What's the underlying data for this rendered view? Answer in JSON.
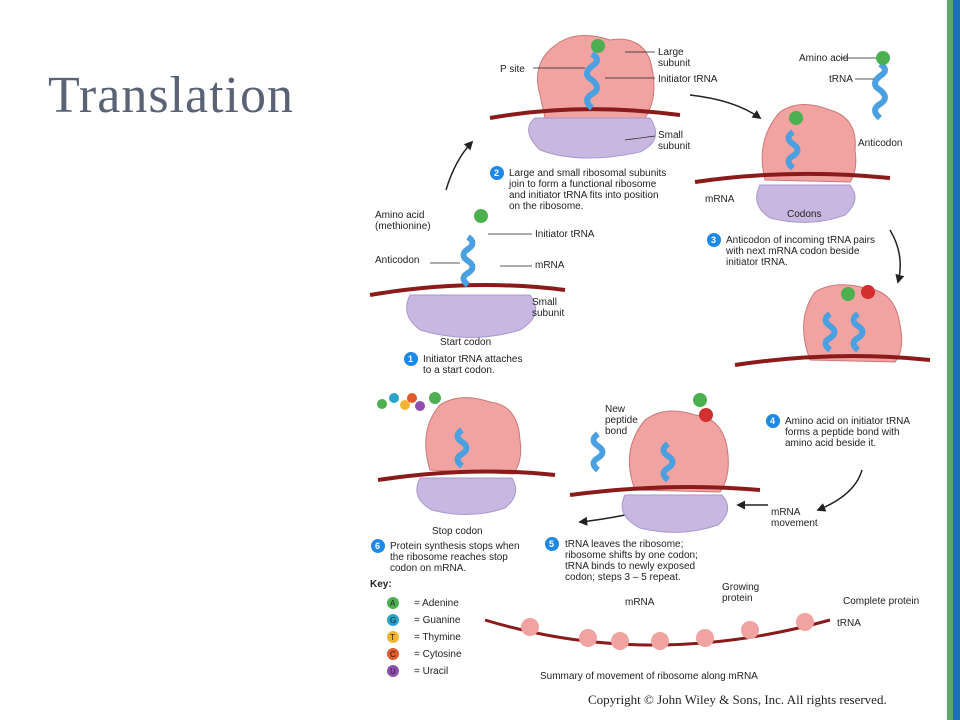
{
  "title": "Translation",
  "copyright": "Copyright © John Wiley & Sons, Inc. All rights reserved.",
  "colors": {
    "ribosome_large": "#f0a3a0",
    "ribosome_small": "#c8b7e0",
    "mrna": "#8b1a1a",
    "trna": "#4aa0e0",
    "amino": "#4caf50",
    "amino_new": "#d32f2f",
    "step_circle": "#1e88e5"
  },
  "labels": {
    "p_site": "P site",
    "large_subunit": "Large subunit",
    "initiator_trna_top": "Initiator tRNA",
    "small_subunit_top": "Small subunit",
    "amino_acid_top": "Amino acid",
    "trna_top": "tRNA",
    "anticodon_top": "Anticodon",
    "mrna_s3": "mRNA",
    "codons": "Codons",
    "amino_acid_meth": "Amino acid (methionine)",
    "initiator_trna_s1": "Initiator tRNA",
    "anticodon_s1": "Anticodon",
    "mrna_s1": "mRNA",
    "small_subunit_s1": "Small subunit",
    "start_codon": "Start codon",
    "new_peptide_bond": "New peptide bond",
    "mrna_movement": "mRNA movement",
    "stop_codon": "Stop codon",
    "mrna_bottom": "mRNA",
    "growing_protein": "Growing protein",
    "complete_protein": "Complete protein",
    "trna_bottom": "tRNA",
    "summary": "Summary of movement of ribosome along mRNA"
  },
  "steps": [
    {
      "num": "1",
      "text": "Initiator tRNA attaches to a start codon."
    },
    {
      "num": "2",
      "text": "Large and small ribosomal subunits join to form a functional ribosome and initiator tRNA fits into position on the ribosome."
    },
    {
      "num": "3",
      "text": "Anticodon of incoming tRNA pairs with next mRNA codon beside initiator tRNA."
    },
    {
      "num": "4",
      "text": "Amino acid on initiator tRNA forms a peptide bond with amino acid beside it."
    },
    {
      "num": "5",
      "text": "tRNA leaves the ribosome; ribosome shifts by one codon; tRNA binds to newly exposed codon; steps 3 – 5 repeat."
    },
    {
      "num": "6",
      "text": "Protein synthesis stops when the ribosome reaches stop codon on mRNA."
    }
  ],
  "key": {
    "title": "Key:",
    "items": [
      {
        "letter": "A",
        "name": "= Adenine",
        "color": "#4caf50"
      },
      {
        "letter": "G",
        "name": "= Guanine",
        "color": "#29a3c9"
      },
      {
        "letter": "T",
        "name": "= Thymine",
        "color": "#f2b533"
      },
      {
        "letter": "C",
        "name": "= Cytosine",
        "color": "#e05a2b"
      },
      {
        "letter": "U",
        "name": "= Uracil",
        "color": "#8e4fb0"
      }
    ]
  }
}
